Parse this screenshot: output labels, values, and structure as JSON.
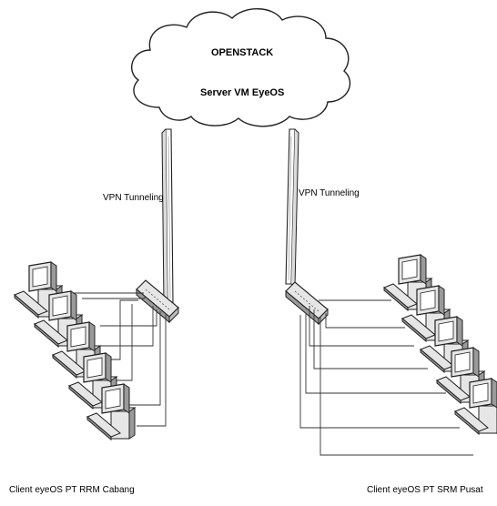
{
  "cloud": {
    "title": "OPENSTACK",
    "subtitle": "Server VM EyeOS"
  },
  "links": {
    "left_label": "VPN Tunneling",
    "right_label": "VPN Tunneling"
  },
  "sites": {
    "left_caption": "Client eyeOS PT RRM Cabang",
    "right_caption": "Client eyeOS PT SRM Pusat"
  },
  "colors": {
    "stroke": "#222222",
    "device_fill": "#e6e6e6",
    "device_dark": "#9a9a9a",
    "screen": "#ffffff"
  },
  "icons": [
    "cloud-icon",
    "network-switch-icon",
    "desktop-computer-icon"
  ]
}
